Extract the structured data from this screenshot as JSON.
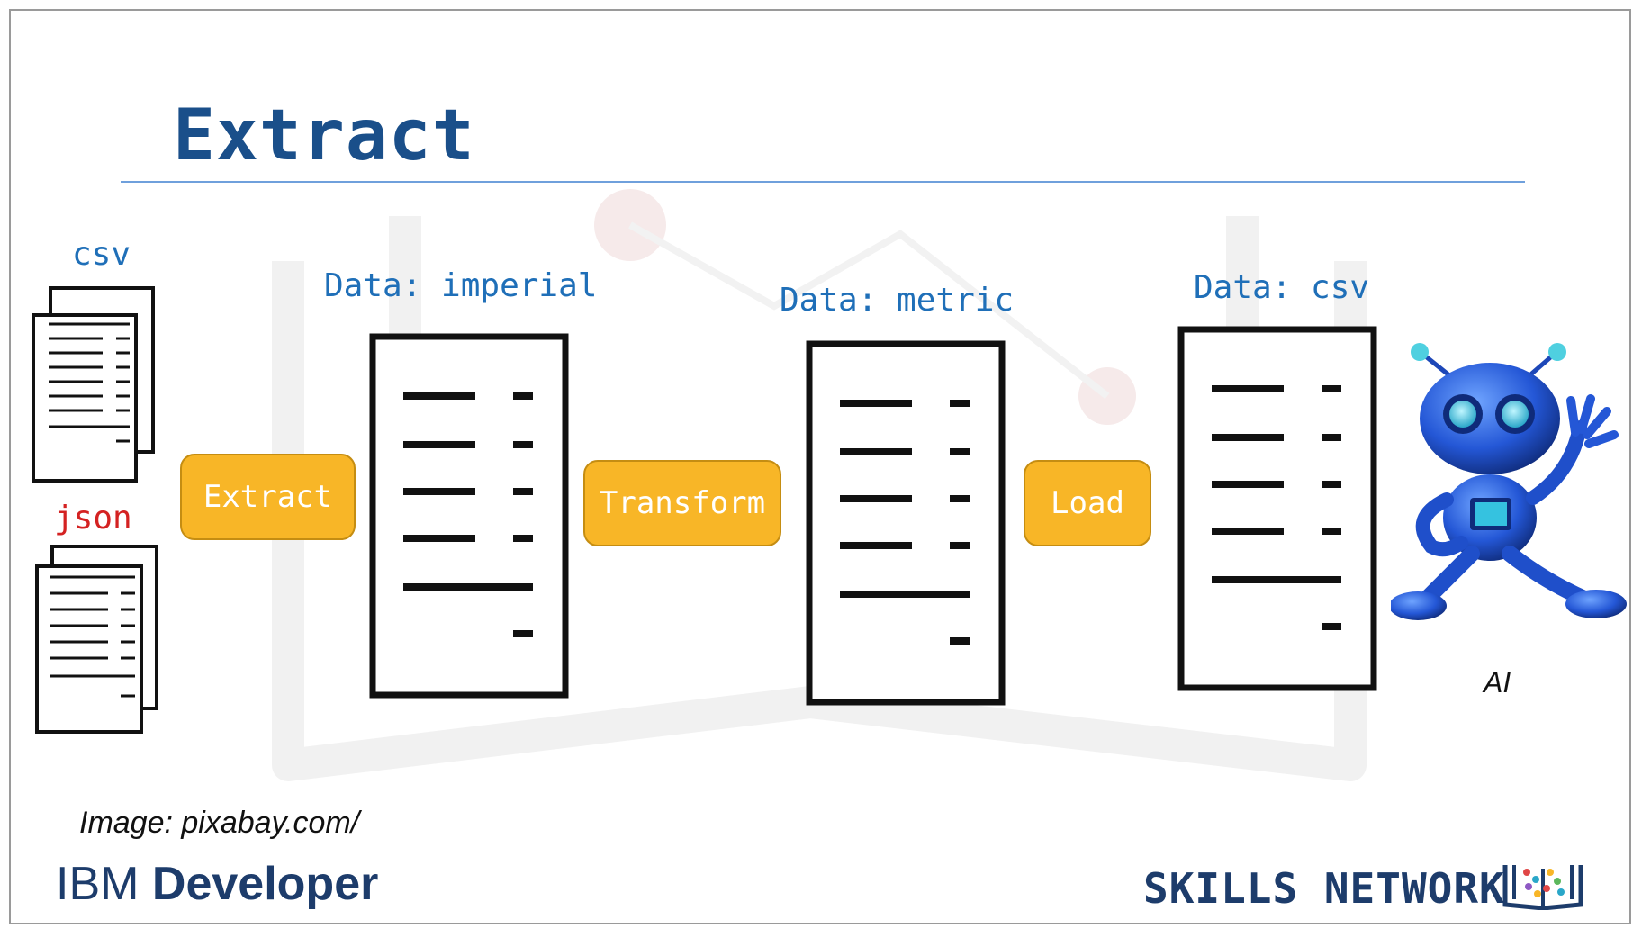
{
  "slide": {
    "title": "Extract",
    "colors": {
      "title": "#1a4f8a",
      "label_blue": "#1f6fb8",
      "label_red": "#d42222",
      "button_fill": "#f8b627",
      "button_border": "#c58d12",
      "brand_navy": "#1d3c6b"
    }
  },
  "sources": {
    "csv_label": "csv",
    "json_label": "json"
  },
  "stages": {
    "imperial_label": "Data: imperial",
    "metric_label": "Data: metric",
    "csv_label": "Data: csv"
  },
  "buttons": {
    "extract": "Extract",
    "transform": "Transform",
    "load": "Load"
  },
  "robot": {
    "label": "AI",
    "icon": "robot-illustration"
  },
  "footer": {
    "image_credit": "Image: pixabay.com/",
    "ibm_prefix": "IBM",
    "ibm_suffix": "Developer",
    "skills_network": "SKILLS NETWORK",
    "skills_icon": "open-book-icon"
  }
}
